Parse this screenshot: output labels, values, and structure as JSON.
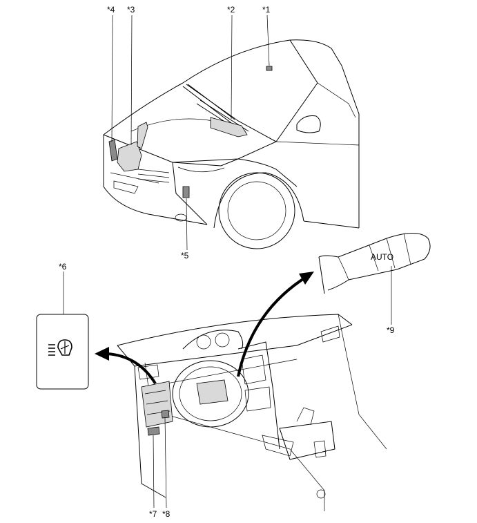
{
  "callouts": [
    {
      "id": "c1",
      "label": "*1"
    },
    {
      "id": "c2",
      "label": "*2"
    },
    {
      "id": "c3",
      "label": "*3"
    },
    {
      "id": "c4",
      "label": "*4"
    },
    {
      "id": "c5",
      "label": "*5"
    },
    {
      "id": "c6",
      "label": "*6"
    },
    {
      "id": "c7",
      "label": "*7"
    },
    {
      "id": "c8",
      "label": "*8"
    },
    {
      "id": "c9",
      "label": "*9"
    }
  ],
  "switch_markings": {
    "auto": "AUTO"
  },
  "icons": {
    "inset_icon": "rear-wiper-washer-icon"
  }
}
